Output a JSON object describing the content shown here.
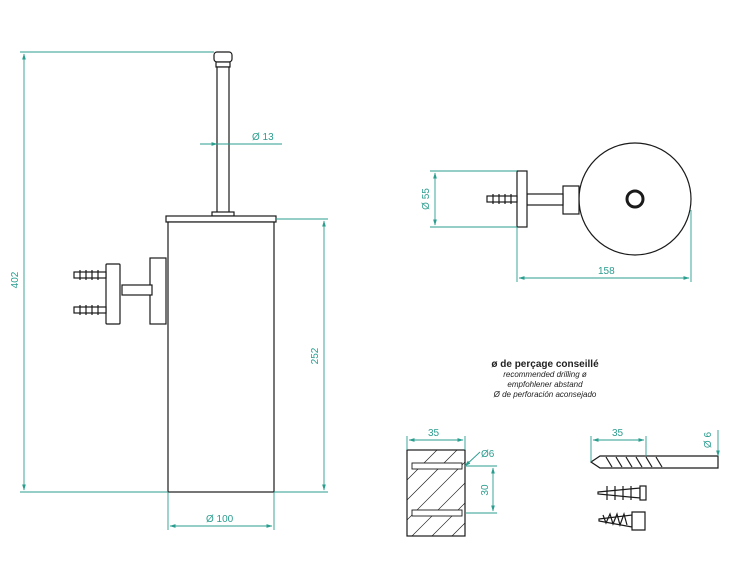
{
  "dimensions": {
    "height_total": "402",
    "rod_diameter": "Ø 13",
    "holder_height": "252",
    "holder_diameter": "Ø 100",
    "drill_diameter_side": "Ø 55",
    "depth_side": "158",
    "block_width": "35",
    "block_hole_diameter": "Ø6",
    "block_spacing": "30",
    "drill_length": "35",
    "drill_diameter": "Ø 6"
  },
  "note": {
    "title": "ø de perçage conseillé",
    "en": "recommended drilling ø",
    "de": "empfohlener abstand",
    "es": "Ø de perforación aconsejado"
  },
  "colors": {
    "dimension": "#2a9d8f",
    "object": "#1a1a1a"
  }
}
